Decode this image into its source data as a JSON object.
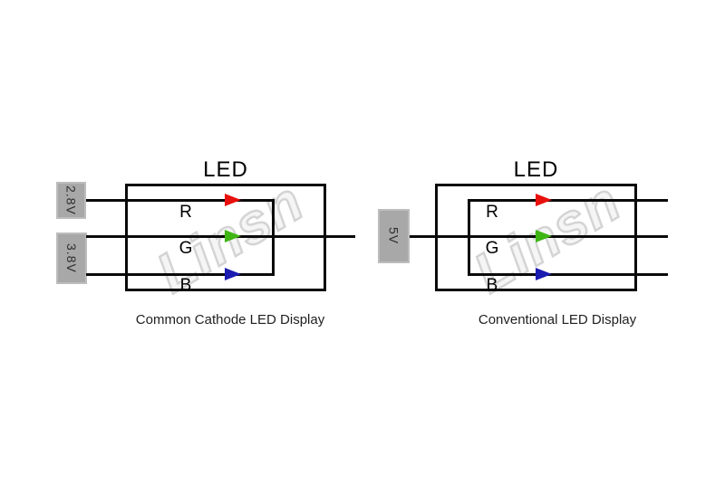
{
  "watermark": {
    "text": "Linsn"
  },
  "colors": {
    "led_red": "#e8100c",
    "led_green": "#3fb514",
    "led_blue": "#1b1bb0",
    "wire": "#0a0a0a",
    "voltage_box_fill": "#a8a8a8",
    "watermark_stroke": "#d4d4d4"
  },
  "left": {
    "title": "LED",
    "caption": "Common Cathode LED Display",
    "voltage_r": "2.8V",
    "voltage_gb": "3.8V",
    "label_r": "R",
    "label_g": "G",
    "label_b": "B"
  },
  "right": {
    "title": "LED",
    "caption": "Conventional LED Display",
    "voltage": "5V",
    "label_r": "R",
    "label_g": "G",
    "label_b": "B"
  }
}
